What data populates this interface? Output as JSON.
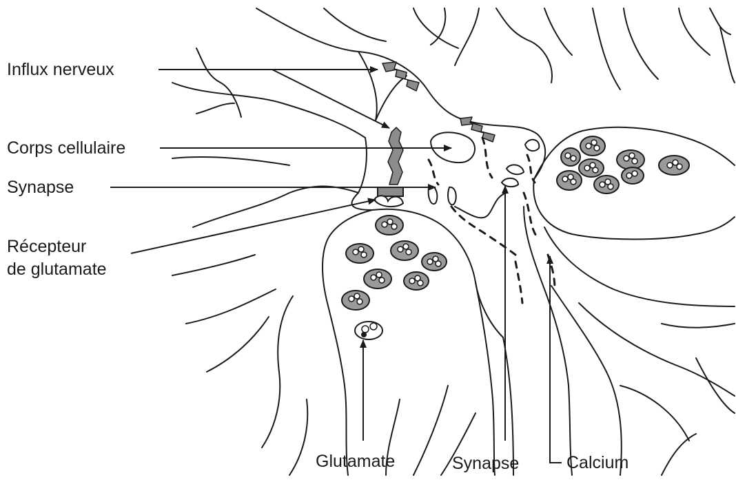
{
  "labels": {
    "nerve_impulse": "Influx nerveux",
    "cell_body": "Corps cellulaire",
    "synapse_left": "Synapse",
    "receptor_line1": "Récepteur",
    "receptor_line2": "de glutamate",
    "glutamate": "Glutamate",
    "synapse_bottom": "Synapse",
    "calcium": "Calcium"
  },
  "colors": {
    "ink": "#1a1a1a",
    "vesicle_fill": "#9a9a9a",
    "impulse_fill": "#8c8c8c"
  }
}
